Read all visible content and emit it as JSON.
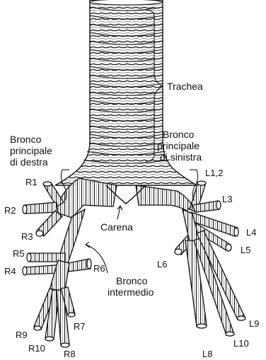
{
  "labels": {
    "trachea": "Trachea",
    "right_main_bronchus": [
      "Bronco",
      "principale",
      "di destra"
    ],
    "left_main_bronchus": [
      "Bronco",
      "principale",
      "di sinistra"
    ],
    "carina": "Carena",
    "intermediate_bronchus": [
      "Bronco",
      "intermedio"
    ],
    "segments_right": {
      "r1": "R1",
      "r2": "R2",
      "r3": "R3",
      "r4": "R4",
      "r5": "R5",
      "r6": "R6",
      "r7": "R7",
      "r8": "R8",
      "r9": "R9",
      "r10": "R10"
    },
    "segments_left": {
      "l12": "L1,2",
      "l3": "L3",
      "l4": "L4",
      "l5": "L5",
      "l6": "L6",
      "l8": "L8",
      "l9": "L9",
      "l10": "L10"
    }
  },
  "colors": {
    "ink": "#111111",
    "airway_fill": "#ffffff",
    "ring_stroke": "#222222"
  }
}
